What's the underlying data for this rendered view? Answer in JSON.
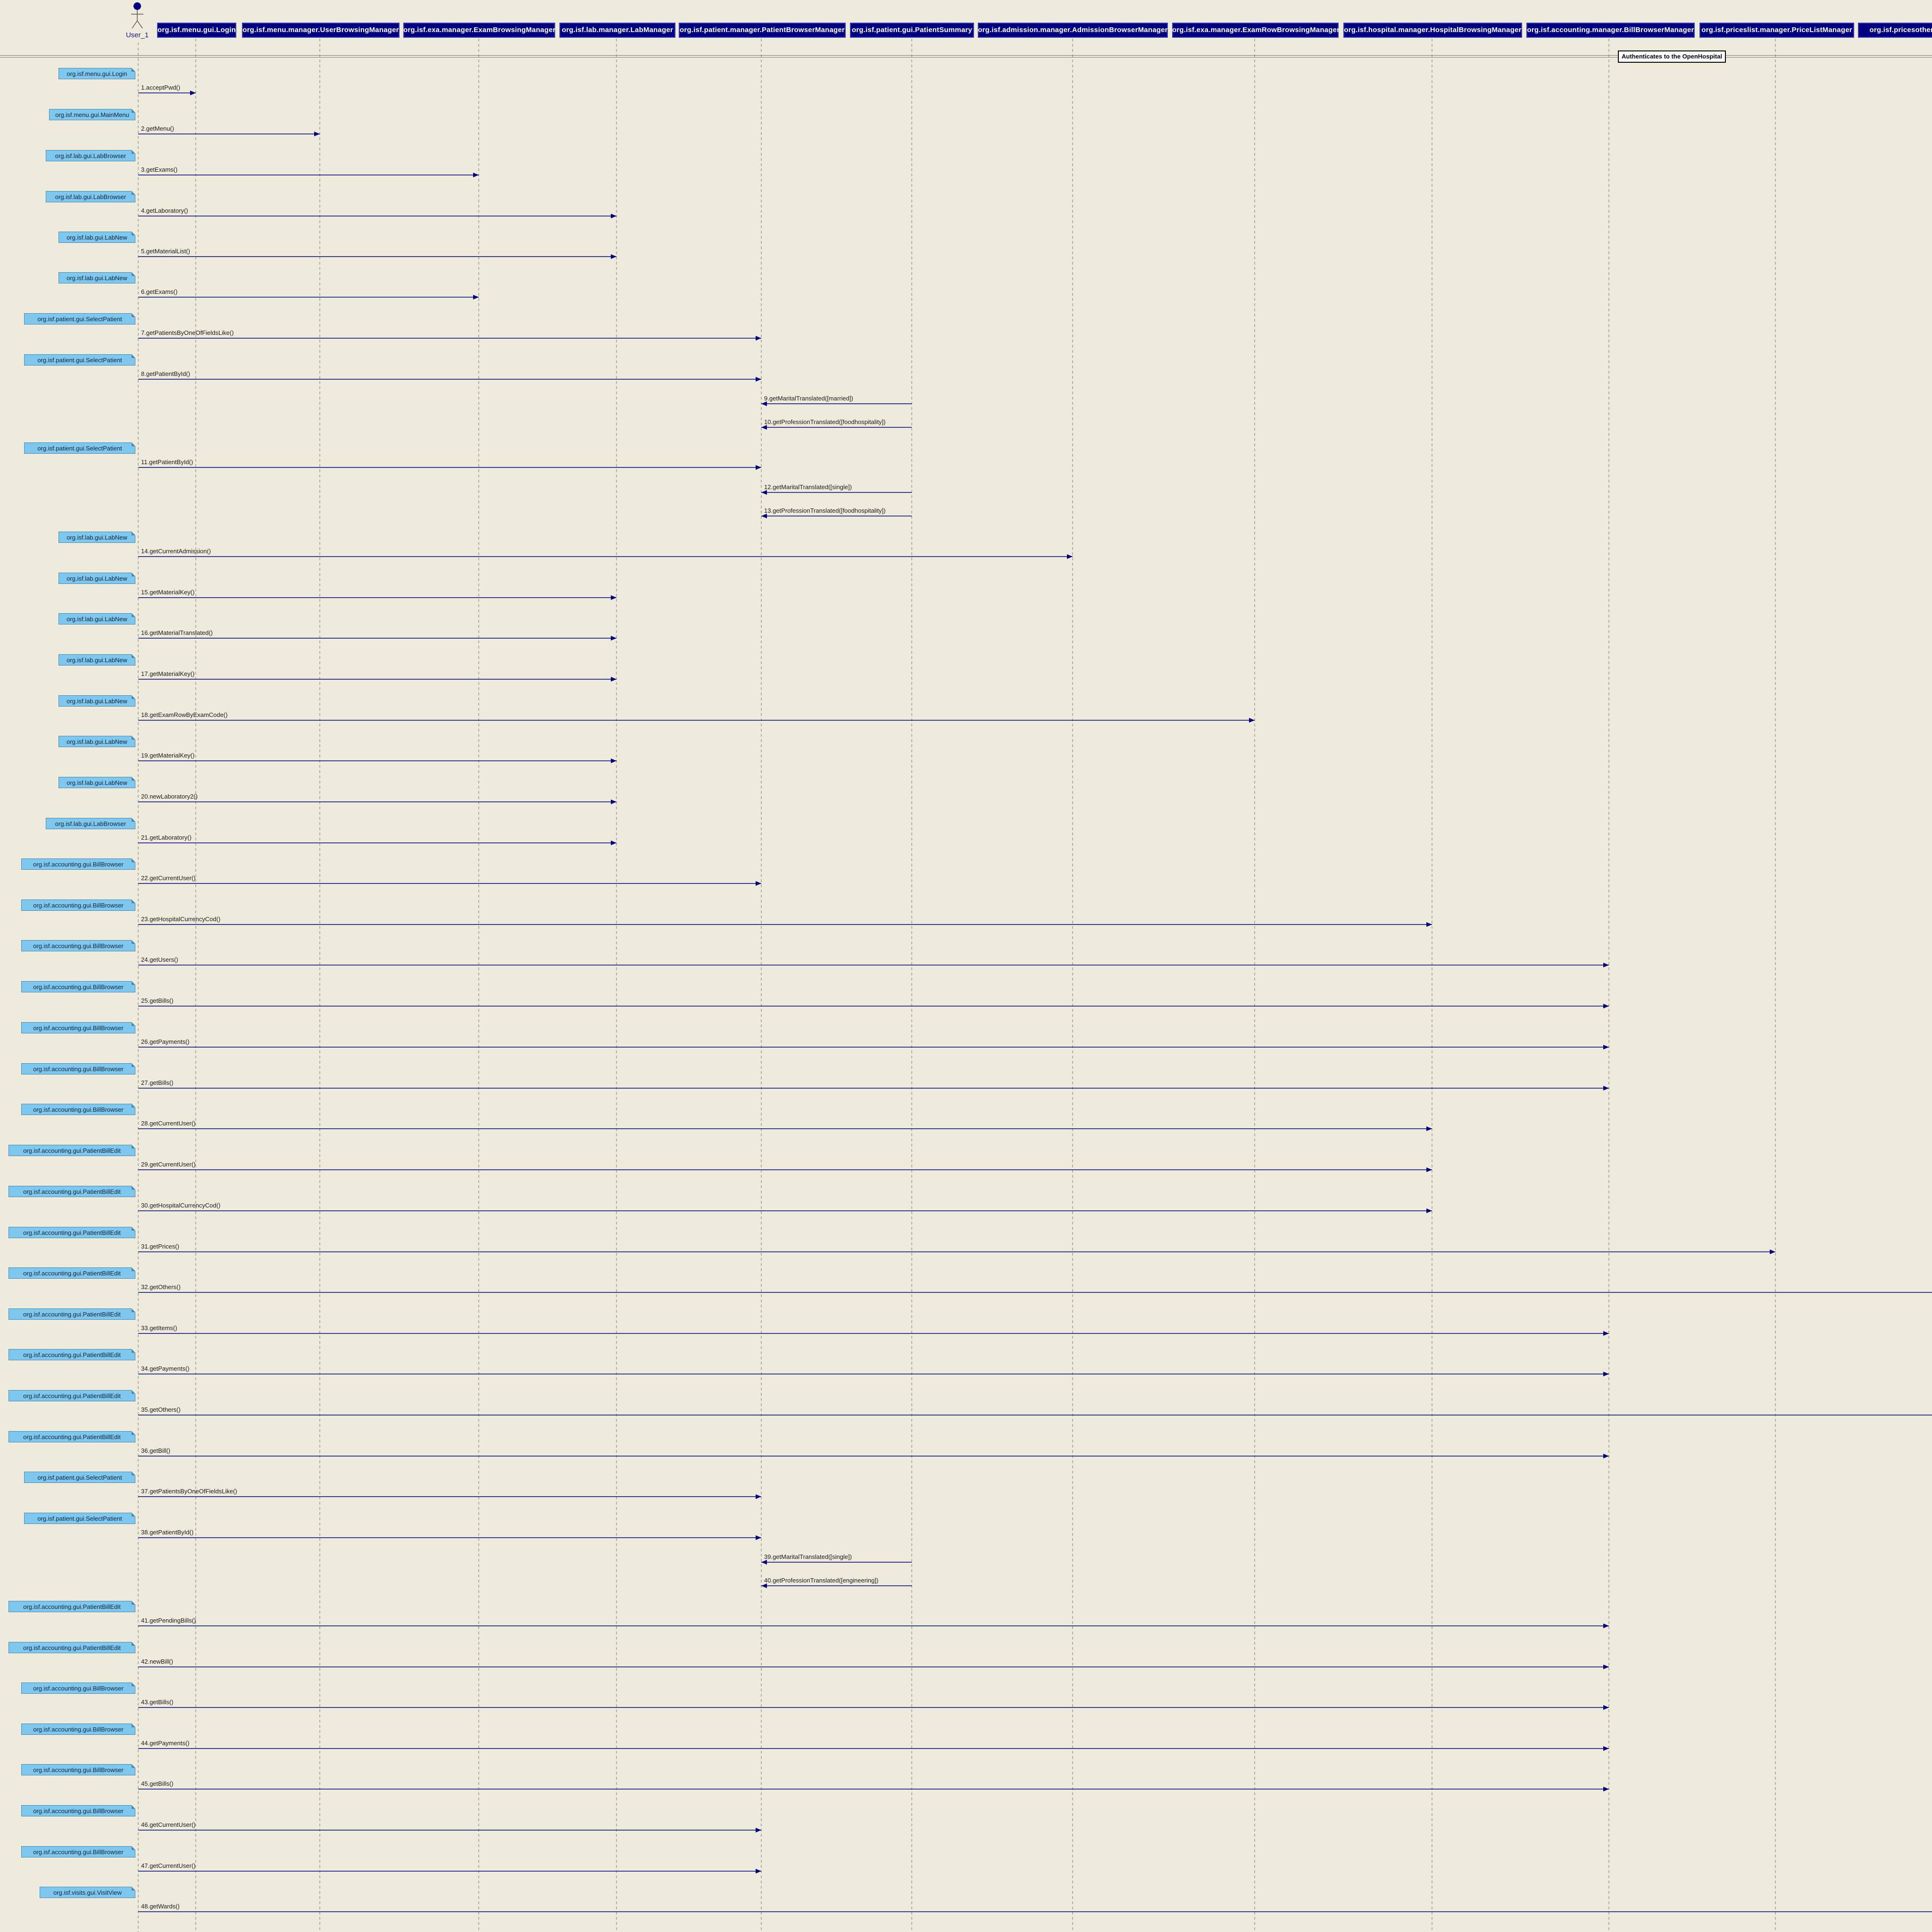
{
  "frame_label": "Authenticates to the OpenHospital",
  "actor": {
    "label": "User_1"
  },
  "lifelines": [
    "org.isf.menu.gui.Login",
    "org.isf.menu.manager.UserBrowsingManager",
    "org.isf.exa.manager.ExamBrowsingManager",
    "org.isf.lab.manager.LabManager",
    "org.isf.patient.manager.PatientBrowserManager",
    "org.isf.patient.gui.PatientSummary",
    "org.isf.admission.manager.AdmissionBrowserManager",
    "org.isf.exa.manager.ExamRowBrowsingManager",
    "org.isf.hospital.manager.HospitalBrowsingManager",
    "org.isf.accounting.manager.BillBrowserManager",
    "org.isf.priceslist.manager.PriceListManager",
    "org.isf.pricesothers.m"
  ],
  "messages": [
    {
      "label": "1.acceptPwd()",
      "note": "org.isf.menu.gui.Login"
    },
    {
      "label": "2.getMenu()",
      "note": "org.isf.menu.gui.MainMenu"
    },
    {
      "label": "3.getExams()",
      "note": "org.isf.lab.gui.LabBrowser"
    },
    {
      "label": "4.getLaboratory()",
      "note": "org.isf.lab.gui.LabBrowser"
    },
    {
      "label": "5.getMaterialList()",
      "note": "org.isf.lab.gui.LabNew"
    },
    {
      "label": "6.getExams()",
      "note": "org.isf.lab.gui.LabNew"
    },
    {
      "label": "7.getPatientsByOneOfFieldsLike()",
      "note": "org.isf.patient.gui.SelectPatient"
    },
    {
      "label": "8.getPatientById()",
      "note": "org.isf.patient.gui.SelectPatient"
    },
    {
      "label": "9.getMaritalTranslated([married])",
      "note": ""
    },
    {
      "label": "10.getProfessionTranslated([foodhospitality])",
      "note": ""
    },
    {
      "label": "11.getPatientById()",
      "note": "org.isf.patient.gui.SelectPatient"
    },
    {
      "label": "12.getMaritalTranslated([single])",
      "note": ""
    },
    {
      "label": "13.getProfessionTranslated([foodhospitality])",
      "note": ""
    },
    {
      "label": "14.getCurrentAdmission()",
      "note": "org.isf.lab.gui.LabNew"
    },
    {
      "label": "15.getMaterialKey()",
      "note": "org.isf.lab.gui.LabNew"
    },
    {
      "label": "16.getMaterialTranslated()",
      "note": "org.isf.lab.gui.LabNew"
    },
    {
      "label": "17.getMaterialKey()",
      "note": "org.isf.lab.gui.LabNew"
    },
    {
      "label": "18.getExamRowByExamCode()",
      "note": "org.isf.lab.gui.LabNew"
    },
    {
      "label": "19.getMaterialKey()",
      "note": "org.isf.lab.gui.LabNew"
    },
    {
      "label": "20.newLaboratory2()",
      "note": "org.isf.lab.gui.LabNew"
    },
    {
      "label": "21.getLaboratory()",
      "note": "org.isf.lab.gui.LabBrowser"
    },
    {
      "label": "22.getCurrentUser()",
      "note": "org.isf.accounting.gui.BillBrowser"
    },
    {
      "label": "23.getHospitalCurrencyCod()",
      "note": "org.isf.accounting.gui.BillBrowser"
    },
    {
      "label": "24.getUsers()",
      "note": "org.isf.accounting.gui.BillBrowser"
    },
    {
      "label": "25.getBills()",
      "note": "org.isf.accounting.gui.BillBrowser"
    },
    {
      "label": "26.getPayments()",
      "note": "org.isf.accounting.gui.BillBrowser"
    },
    {
      "label": "27.getBills()",
      "note": "org.isf.accounting.gui.BillBrowser"
    },
    {
      "label": "28.getCurrentUser()",
      "note": "org.isf.accounting.gui.BillBrowser"
    },
    {
      "label": "29.getCurrentUser()",
      "note": "org.isf.accounting.gui.PatientBillEdit"
    },
    {
      "label": "30.getHospitalCurrencyCod()",
      "note": "org.isf.accounting.gui.PatientBillEdit"
    },
    {
      "label": "31.getPrices()",
      "note": "org.isf.accounting.gui.PatientBillEdit"
    },
    {
      "label": "32.getOthers()",
      "note": "org.isf.accounting.gui.PatientBillEdit"
    },
    {
      "label": "33.getItems()",
      "note": "org.isf.accounting.gui.PatientBillEdit"
    },
    {
      "label": "34.getPayments()",
      "note": "org.isf.accounting.gui.PatientBillEdit"
    },
    {
      "label": "35.getOthers()",
      "note": "org.isf.accounting.gui.PatientBillEdit"
    },
    {
      "label": "36.getBill()",
      "note": "org.isf.accounting.gui.PatientBillEdit"
    },
    {
      "label": "37.getPatientsByOneOfFieldsLike()",
      "note": "org.isf.patient.gui.SelectPatient"
    },
    {
      "label": "38.getPatientById()",
      "note": "org.isf.patient.gui.SelectPatient"
    },
    {
      "label": "39.getMaritalTranslated([single])",
      "note": ""
    },
    {
      "label": "40.getProfessionTranslated([engineering])",
      "note": ""
    },
    {
      "label": "41.getPendingBills()",
      "note": "org.isf.accounting.gui.PatientBillEdit"
    },
    {
      "label": "42.newBill()",
      "note": "org.isf.accounting.gui.PatientBillEdit"
    },
    {
      "label": "43.getBills()",
      "note": "org.isf.accounting.gui.BillBrowser"
    },
    {
      "label": "44.getPayments()",
      "note": "org.isf.accounting.gui.BillBrowser"
    },
    {
      "label": "45.getBills()",
      "note": "org.isf.accounting.gui.BillBrowser"
    },
    {
      "label": "46.getCurrentUser()",
      "note": "org.isf.accounting.gui.BillBrowser"
    },
    {
      "label": "47.getCurrentUser()",
      "note": "org.isf.accounting.gui.BillBrowser"
    },
    {
      "label": "48.getWards()",
      "note": "org.isf.visits.gui.VisitView"
    }
  ],
  "colors": {
    "lifeline_header": "#000080",
    "note_fill": "#7ec8ef",
    "arrow": "#000080",
    "background": "#efebdc"
  }
}
